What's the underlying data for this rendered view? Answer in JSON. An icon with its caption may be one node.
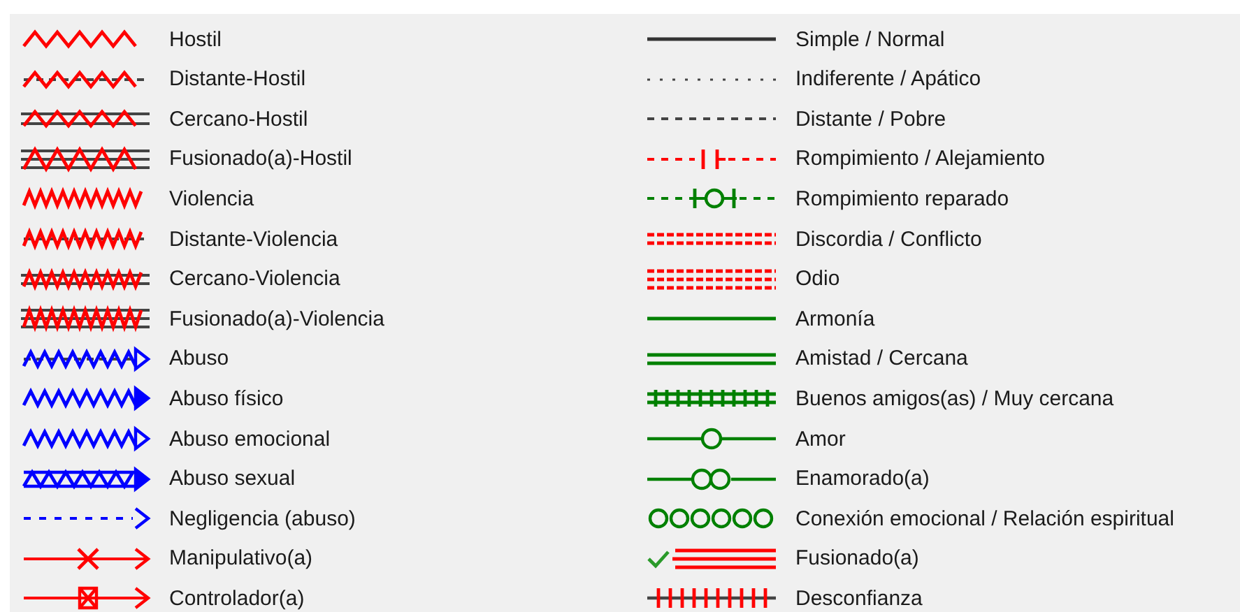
{
  "diagram": {
    "legend": [
      {
        "text": "Hostil"
      },
      {
        "text": "Distante-Hostil"
      },
      {
        "text": "Cercano-Hostil"
      },
      {
        "text": "Fusionado(a)-Hostil"
      },
      {
        "text": "Violencia"
      },
      {
        "text": "Distante-Violencia"
      },
      {
        "text": "Cercano-Violencia"
      },
      {
        "text": "Fusionado(a)-Violencia"
      },
      {
        "text": "Abuso"
      },
      {
        "text": "Abuso físico"
      },
      {
        "text": "Abuso emocional"
      },
      {
        "text": "Abuso sexual"
      },
      {
        "text": "Negligencia (abuso)"
      },
      {
        "text": "Manipulativo(a)"
      },
      {
        "text": "Controlador(a)"
      },
      {
        "text": "Simple / Normal"
      },
      {
        "text": "Indiferente / Apático"
      },
      {
        "text": "Distante / Pobre"
      },
      {
        "text": "Rompimiento / Alejamiento"
      },
      {
        "text": "Rompimiento reparado"
      },
      {
        "text": "Discordia / Conflicto"
      },
      {
        "text": "Odio"
      },
      {
        "text": "Armonía"
      },
      {
        "text": "Amistad / Cercana"
      },
      {
        "text": "Buenos amigos(as) / Muy cercana"
      },
      {
        "text": "Amor"
      },
      {
        "text": "Enamorado(a)"
      },
      {
        "text": "Conexión emocional / Relación espiritual"
      },
      {
        "text": "Fusionado(a)"
      },
      {
        "text": "Desconfianza"
      }
    ]
  }
}
